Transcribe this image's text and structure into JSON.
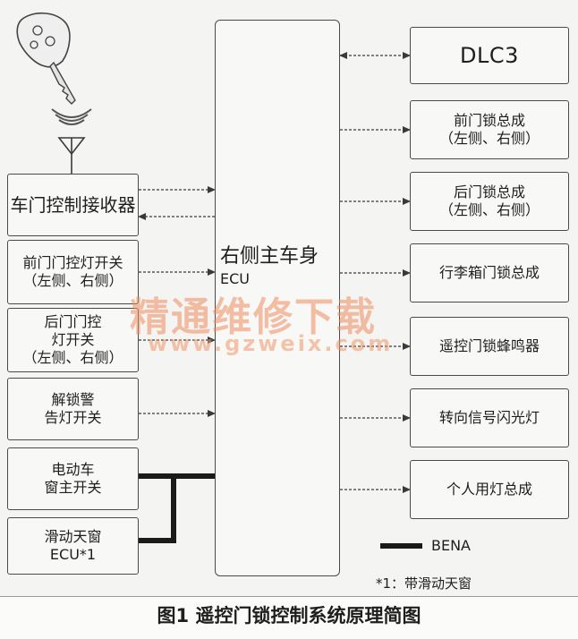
{
  "ecu": {
    "title": "右侧主车身",
    "subtitle": "ECU"
  },
  "left_components": [
    {
      "label_lines": [
        "车门控制接收器"
      ]
    },
    {
      "label_lines": [
        "前门门控灯开关",
        "（左侧、右侧）"
      ]
    },
    {
      "label_lines": [
        "后门门控",
        "灯开关",
        "（左侧、右侧）"
      ]
    },
    {
      "label_lines": [
        "解锁警",
        "告灯开关"
      ]
    },
    {
      "label_lines": [
        "电动车",
        "窗主开关"
      ]
    },
    {
      "label_lines": [
        "滑动天窗",
        "ECU*1"
      ]
    }
  ],
  "right_components": [
    {
      "label_lines": [
        "DLC3"
      ]
    },
    {
      "label_lines": [
        "前门锁总成",
        "（左侧、右侧）"
      ]
    },
    {
      "label_lines": [
        "后门锁总成",
        "（左侧、右侧）"
      ]
    },
    {
      "label_lines": [
        "行李箱门锁总成"
      ]
    },
    {
      "label_lines": [
        "遥控门锁蜂鸣器"
      ]
    },
    {
      "label_lines": [
        "转向信号闪光灯"
      ]
    },
    {
      "label_lines": [
        "个人用灯总成"
      ]
    }
  ],
  "legend": {
    "bus_label": "BENA"
  },
  "footnote": "*1：带滑动天窗",
  "caption": "图1  遥控门锁控制系统原理简图",
  "watermark": {
    "line1": "精通维修下载",
    "line2": "www.gzweix.com"
  },
  "colors": {
    "line": "#3a3a3a",
    "bus": "#1a1a1a",
    "watermark": "#ee8c5f"
  }
}
